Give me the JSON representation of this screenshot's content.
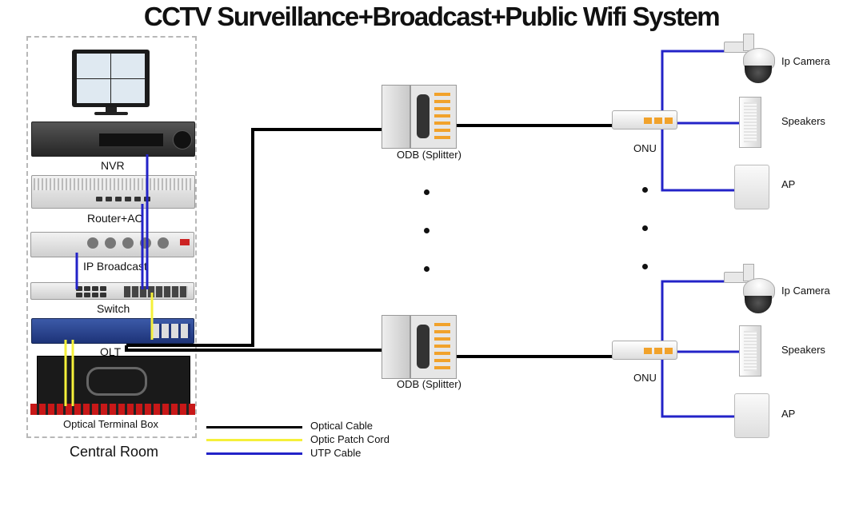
{
  "title": "CCTV Surveillance+Broadcast+Public Wifi System",
  "central_room": {
    "title": "Central Room",
    "devices": {
      "nvr": "NVR",
      "router": "Router+AC",
      "broadcast": "IP Broadcast",
      "switch": "Switch",
      "olt": "OLT",
      "otb": "Optical Terminal Box"
    }
  },
  "splitters": [
    {
      "label": "ODB (Splitter)"
    },
    {
      "label": "ODB (Splitter)"
    }
  ],
  "branches": [
    {
      "onu": "ONU",
      "endpoints": [
        "Ip Camera",
        "Speakers",
        "AP"
      ]
    },
    {
      "onu": "ONU",
      "endpoints": [
        "Ip Camera",
        "Speakers",
        "AP"
      ]
    }
  ],
  "legend": [
    {
      "label": "Optical Cable",
      "color": "#000000"
    },
    {
      "label": "Optic Patch Cord",
      "color": "#f5f03a"
    },
    {
      "label": "UTP Cable",
      "color": "#2323c8"
    }
  ],
  "colors": {
    "optical": "#000000",
    "patch": "#f5f03a",
    "utp": "#2323c8"
  }
}
